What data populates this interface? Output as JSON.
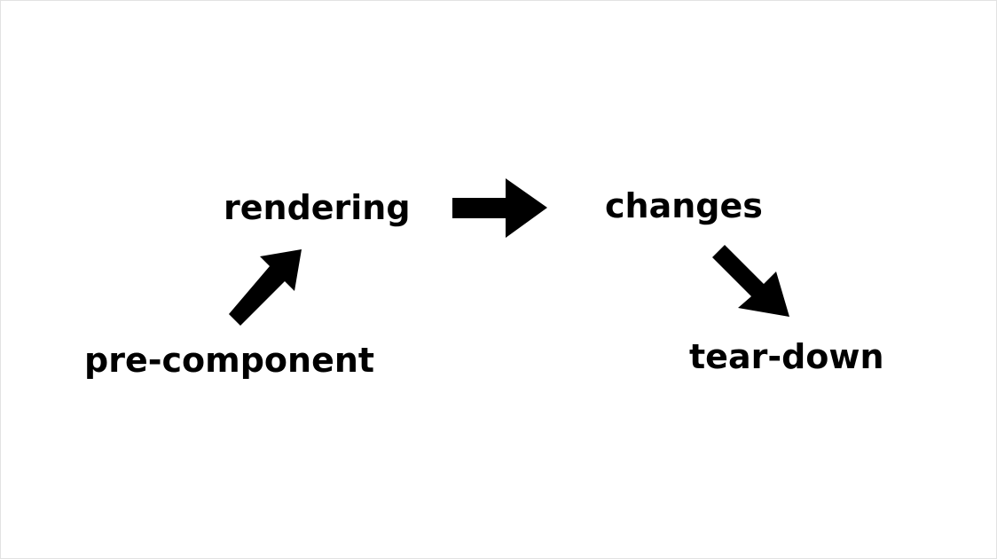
{
  "diagram": {
    "colors": {
      "background": "#ffffff",
      "foreground": "#000000",
      "border": "#e2e2e2"
    },
    "stages": [
      {
        "id": "pre-component",
        "label": "pre-component"
      },
      {
        "id": "rendering",
        "label": "rendering"
      },
      {
        "id": "changes",
        "label": "changes"
      },
      {
        "id": "tear-down",
        "label": "tear-down"
      }
    ],
    "flow": [
      {
        "from": "pre-component",
        "to": "rendering",
        "direction": "up-right",
        "icon": "arrow-up-right-icon"
      },
      {
        "from": "rendering",
        "to": "changes",
        "direction": "right",
        "icon": "arrow-right-icon"
      },
      {
        "from": "changes",
        "to": "tear-down",
        "direction": "down-right",
        "icon": "arrow-down-right-icon"
      }
    ]
  }
}
